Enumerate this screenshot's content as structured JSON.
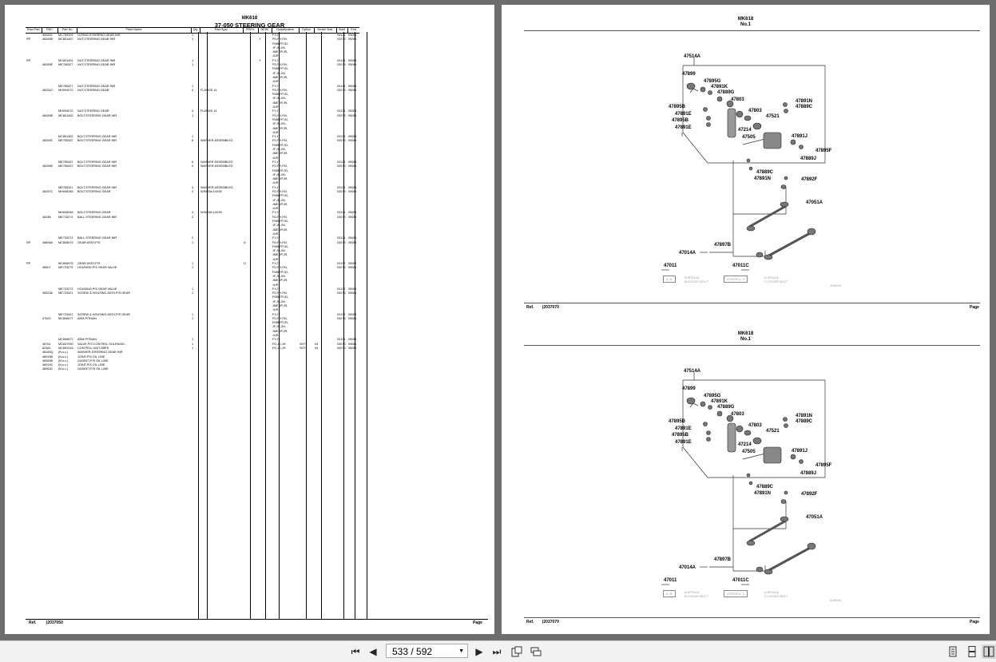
{
  "left_page": {
    "model": "MK618",
    "section_title": "37-050 STEERING GEAR",
    "columns": [
      "Repl Part",
      "PNC",
      "Part No",
      "Parts Name",
      "Qty",
      "Part Sysc",
      "PREV.",
      "NEW!",
      "Classification",
      "Option",
      "Model Year",
      "Start",
      "End"
    ],
    "rows": [
      [
        "",
        "46269J",
        "MC759325",
        "O-RING,STEERING GEAR INR",
        "1",
        "",
        "",
        "",
        "FY,JY",
        "",
        "",
        "03121",
        "05081"
      ],
      [
        "RP",
        "46269B",
        "MC801457",
        "NUT,STEERING GEAR INR",
        "1",
        "",
        "",
        "Y",
        "FD,FH,FM,",
        "",
        "",
        "03073",
        "05081"
      ],
      [
        "",
        "",
        "",
        "",
        "",
        "",
        "",
        "",
        "FMB,FP,JD,",
        "",
        "",
        "",
        ""
      ],
      [
        "",
        "",
        "",
        "",
        "",
        "",
        "",
        "",
        "JF,JH,JM,",
        "",
        "",
        "",
        ""
      ],
      [
        "",
        "",
        "",
        "",
        "",
        "",
        "",
        "",
        "JME,JP,JR,",
        "",
        "",
        "",
        ""
      ],
      [
        "",
        "",
        "",
        "",
        "",
        "",
        "",
        "",
        "JUR",
        "",
        "",
        "",
        ""
      ],
      [
        "RP",
        "",
        "MC801451",
        "NUT,STEERING GEAR INR",
        "1",
        "",
        "",
        "Y",
        "FY,JY",
        "",
        "",
        "03121",
        "05081"
      ],
      [
        "",
        "46269E",
        "ME765327",
        "NUT,STEERING GEAR INR",
        "1",
        "",
        "",
        "",
        "FD,FH,FM,",
        "",
        "",
        "03073",
        "05081"
      ],
      [
        "",
        "",
        "",
        "",
        "",
        "",
        "",
        "",
        "FMB,FP,JD,",
        "",
        "",
        "",
        ""
      ],
      [
        "",
        "",
        "",
        "",
        "",
        "",
        "",
        "",
        "JF,JH,JM,",
        "",
        "",
        "",
        ""
      ],
      [
        "",
        "",
        "",
        "",
        "",
        "",
        "",
        "",
        "JME,JP,JR,",
        "",
        "",
        "",
        ""
      ],
      [
        "",
        "",
        "",
        "",
        "",
        "",
        "",
        "",
        "JUR",
        "",
        "",
        "",
        ""
      ],
      [
        "",
        "",
        "ME765327",
        "NUT,STEERING GEAR INR",
        "1",
        "",
        "",
        "",
        "FY,JY",
        "",
        "",
        "03121",
        "05081"
      ],
      [
        "",
        "46251C",
        "MH004072",
        "NUT,STEERING GEAR",
        "4",
        "FLANGE,14",
        "",
        "",
        "FD,FH,FM,",
        "",
        "",
        "03073",
        "05081"
      ],
      [
        "",
        "",
        "",
        "",
        "",
        "",
        "",
        "",
        "FMB,FP,JD,",
        "",
        "",
        "",
        ""
      ],
      [
        "",
        "",
        "",
        "",
        "",
        "",
        "",
        "",
        "JF,JH,JM,",
        "",
        "",
        "",
        ""
      ],
      [
        "",
        "",
        "",
        "",
        "",
        "",
        "",
        "",
        "JME,JP,JR,",
        "",
        "",
        "",
        ""
      ],
      [
        "",
        "",
        "",
        "",
        "",
        "",
        "",
        "",
        "JUR",
        "",
        "",
        "",
        ""
      ],
      [
        "",
        "",
        "MH004072",
        "NUT,STEERING GEAR",
        "4",
        "FLANGE,14",
        "",
        "",
        "FY,JY",
        "",
        "",
        "03121",
        "05081"
      ],
      [
        "",
        "46269B",
        "MC801452",
        "BOLT,STEERING GEAR INR",
        "1",
        "",
        "",
        "",
        "FD,FH,FM,",
        "",
        "",
        "03073",
        "05081"
      ],
      [
        "",
        "",
        "",
        "",
        "",
        "",
        "",
        "",
        "FMB,FP,JD,",
        "",
        "",
        "",
        ""
      ],
      [
        "",
        "",
        "",
        "",
        "",
        "",
        "",
        "",
        "JF,JH,JM,",
        "",
        "",
        "",
        ""
      ],
      [
        "",
        "",
        "",
        "",
        "",
        "",
        "",
        "",
        "JME,JP,JR,",
        "",
        "",
        "",
        ""
      ],
      [
        "",
        "",
        "",
        "",
        "",
        "",
        "",
        "",
        "JUR",
        "",
        "",
        "",
        ""
      ],
      [
        "",
        "",
        "MC801452",
        "BOLT,STEERING GEAR INR",
        "1",
        "",
        "",
        "",
        "FY,JY",
        "",
        "",
        "03121",
        "05081"
      ],
      [
        "",
        "46269C",
        "ME765322",
        "BOLT,STEERING GEAR INR",
        "6",
        "WASHER ASSEMBLED",
        "",
        "",
        "FD,FH,FM,",
        "",
        "",
        "03073",
        "05081"
      ],
      [
        "",
        "",
        "",
        "",
        "",
        "",
        "",
        "",
        "FMB,FP,JD,",
        "",
        "",
        "",
        ""
      ],
      [
        "",
        "",
        "",
        "",
        "",
        "",
        "",
        "",
        "JF,JH,JM,",
        "",
        "",
        "",
        ""
      ],
      [
        "",
        "",
        "",
        "",
        "",
        "",
        "",
        "",
        "JME,JP,JR,",
        "",
        "",
        "",
        ""
      ],
      [
        "",
        "",
        "",
        "",
        "",
        "",
        "",
        "",
        "JUR",
        "",
        "",
        "",
        ""
      ],
      [
        "",
        "",
        "ME765322",
        "BOLT,STEERING GEAR INR",
        "6",
        "WASHER ASSEMBLED",
        "",
        "",
        "FY,JY",
        "",
        "",
        "03121",
        "05081"
      ],
      [
        "",
        "46269D",
        "ME765321",
        "BOLT,STEERING GEAR INR",
        "4",
        "WASHER ASSEMBLED",
        "",
        "",
        "FD,FH,FM,",
        "",
        "",
        "03073",
        "05081"
      ],
      [
        "",
        "",
        "",
        "",
        "",
        "",
        "",
        "",
        "FMB,FP,JD,",
        "",
        "",
        "",
        ""
      ],
      [
        "",
        "",
        "",
        "",
        "",
        "",
        "",
        "",
        "JF,JH,JM,",
        "",
        "",
        "",
        ""
      ],
      [
        "",
        "",
        "",
        "",
        "",
        "",
        "",
        "",
        "JME,JP,JR,",
        "",
        "",
        "",
        ""
      ],
      [
        "",
        "",
        "",
        "",
        "",
        "",
        "",
        "",
        "JUR",
        "",
        "",
        "",
        ""
      ],
      [
        "",
        "",
        "ME765321",
        "BOLT,STEERING GEAR INR",
        "4",
        "WASHER ASSEMBLED",
        "",
        "",
        "FY,JY",
        "",
        "",
        "03121",
        "05081"
      ],
      [
        "",
        "46267C",
        "MH008346",
        "BOLT,STEERING GEAR",
        "4",
        "W/MA56,14X35",
        "",
        "",
        "FD,FH,FM,",
        "",
        "",
        "03073",
        "05081"
      ],
      [
        "",
        "",
        "",
        "",
        "",
        "",
        "",
        "",
        "FMB,FP,JD,",
        "",
        "",
        "",
        ""
      ],
      [
        "",
        "",
        "",
        "",
        "",
        "",
        "",
        "",
        "JF,JH,JM,",
        "",
        "",
        "",
        ""
      ],
      [
        "",
        "",
        "",
        "",
        "",
        "",
        "",
        "",
        "JME,JP,JR,",
        "",
        "",
        "",
        ""
      ],
      [
        "",
        "",
        "",
        "",
        "",
        "",
        "",
        "",
        "JUR",
        "",
        "",
        "",
        ""
      ],
      [
        "",
        "",
        "MH008346",
        "BOLT,STEERING GEAR",
        "4",
        "W/MA56,14X35",
        "",
        "",
        "FY,JY",
        "",
        "",
        "03121",
        "05081"
      ],
      [
        "",
        "46288",
        "ME733274",
        "BALL,STEERING GEAR INR",
        "2",
        "",
        "",
        "",
        "FD,FH,FM,",
        "",
        "",
        "03073",
        "05081"
      ],
      [
        "",
        "",
        "",
        "",
        "",
        "",
        "",
        "",
        "FMB,FP,JD,",
        "",
        "",
        "",
        ""
      ],
      [
        "",
        "",
        "",
        "",
        "",
        "",
        "",
        "",
        "JF,JH,JM,",
        "",
        "",
        "",
        ""
      ],
      [
        "",
        "",
        "",
        "",
        "",
        "",
        "",
        "",
        "JME,JP,JR,",
        "",
        "",
        "",
        ""
      ],
      [
        "",
        "",
        "",
        "",
        "",
        "",
        "",
        "",
        "JUR",
        "",
        "",
        "",
        ""
      ],
      [
        "",
        "",
        "ME733274",
        "BALL,STEERING GEAR INR",
        "2",
        "",
        "",
        "",
        "FY,JY",
        "",
        "",
        "03121",
        "05081"
      ],
      [
        "RP",
        "46805A",
        "MC806675",
        "GEAR ASSY,P/S",
        "1",
        "",
        "D",
        "",
        "FD,FH,FM,",
        "",
        "",
        "03073",
        "05081"
      ],
      [
        "",
        "",
        "",
        "",
        "",
        "",
        "",
        "",
        "FMB,FP,JD,",
        "",
        "",
        "",
        ""
      ],
      [
        "",
        "",
        "",
        "",
        "",
        "",
        "",
        "",
        "JF,JH,JM,",
        "",
        "",
        "",
        ""
      ],
      [
        "",
        "",
        "",
        "",
        "",
        "",
        "",
        "",
        "JME,JP,JR,",
        "",
        "",
        "",
        ""
      ],
      [
        "",
        "",
        "",
        "",
        "",
        "",
        "",
        "",
        "JUR",
        "",
        "",
        "",
        ""
      ],
      [
        "RP",
        "",
        "MC806675",
        "GEAR ASSY,P/S",
        "1",
        "",
        "D",
        "",
        "FY,JY",
        "",
        "",
        "03121",
        "05081"
      ],
      [
        "",
        "46507",
        "ME723273",
        "HOUSING,P/S GEAR VALVE",
        "1",
        "",
        "",
        "",
        "FD,FH,FM,",
        "",
        "",
        "03073",
        "05081"
      ],
      [
        "",
        "",
        "",
        "",
        "",
        "",
        "",
        "",
        "FMB,FP,JD,",
        "",
        "",
        "",
        ""
      ],
      [
        "",
        "",
        "",
        "",
        "",
        "",
        "",
        "",
        "JF,JH,JM,",
        "",
        "",
        "",
        ""
      ],
      [
        "",
        "",
        "",
        "",
        "",
        "",
        "",
        "",
        "JME,JP,JR,",
        "",
        "",
        "",
        ""
      ],
      [
        "",
        "",
        "",
        "",
        "",
        "",
        "",
        "",
        "JUR",
        "",
        "",
        "",
        ""
      ],
      [
        "",
        "",
        "ME723273",
        "HOUSING,P/S GEAR VALVE",
        "1",
        "",
        "",
        "",
        "FY,JY",
        "",
        "",
        "03121",
        "05081"
      ],
      [
        "",
        "46523A",
        "ME723421",
        "SCREW & HOUSING ASSY,P/S GEAR",
        "1",
        "",
        "",
        "",
        "FD,FH,FM,",
        "",
        "",
        "03073",
        "05081"
      ],
      [
        "",
        "",
        "",
        "",
        "",
        "",
        "",
        "",
        "FMB,FP,JD,",
        "",
        "",
        "",
        ""
      ],
      [
        "",
        "",
        "",
        "",
        "",
        "",
        "",
        "",
        "JF,JH,JM,",
        "",
        "",
        "",
        ""
      ],
      [
        "",
        "",
        "",
        "",
        "",
        "",
        "",
        "",
        "JME,JP,JR,",
        "",
        "",
        "",
        ""
      ],
      [
        "",
        "",
        "",
        "",
        "",
        "",
        "",
        "",
        "JUR",
        "",
        "",
        "",
        ""
      ],
      [
        "",
        "",
        "ME723421",
        "SCREW & HOUSING ASSY,P/S GEAR",
        "1",
        "",
        "",
        "",
        "FY,JY",
        "",
        "",
        "03121",
        "05081"
      ],
      [
        "",
        "47520",
        "MC806677",
        "ARM,PITMAN",
        "1",
        "",
        "",
        "",
        "FD,FH,FM,",
        "",
        "",
        "03073",
        "05081"
      ],
      [
        "",
        "",
        "",
        "",
        "",
        "",
        "",
        "",
        "FMB,FP,JD,",
        "",
        "",
        "",
        ""
      ],
      [
        "",
        "",
        "",
        "",
        "",
        "",
        "",
        "",
        "JF,JH,JM,",
        "",
        "",
        "",
        ""
      ],
      [
        "",
        "",
        "",
        "",
        "",
        "",
        "",
        "",
        "JME,JP,JR,",
        "",
        "",
        "",
        ""
      ],
      [
        "",
        "",
        "",
        "",
        "",
        "",
        "",
        "",
        "JUR",
        "",
        "",
        "",
        ""
      ],
      [
        "",
        "",
        "MC806677",
        "ARM,PITMAN",
        "1",
        "",
        "",
        "",
        "FY,JY",
        "",
        "",
        "03121",
        "05081"
      ],
      [
        "",
        "46761",
        "MC837090",
        "VALVE,P/S CONTROL SOLENOID",
        "1",
        "",
        "",
        "",
        "FD,JD,JH",
        "SHT",
        "94",
        "03073",
        "05081"
      ],
      [
        "",
        "82381",
        "MC891016",
        "CONTROL UNIT,SBPS",
        "1",
        "",
        "",
        "",
        "FD,JD,JH",
        "SHT",
        "94",
        "03073",
        "05081"
      ],
      [
        "",
        "46283Q",
        "(N.s.c.)",
        "WASHER,STEERING GEAR INR",
        "",
        "",
        "",
        "",
        "",
        "",
        "",
        "",
        ""
      ],
      [
        "",
        "46919B",
        "(N.s.c.)",
        "JOINT,P/S OIL LINE",
        "",
        "",
        "",
        "",
        "",
        "",
        "",
        "",
        ""
      ],
      [
        "",
        "46963B",
        "(N.s.c.)",
        "GASKET,P/S OIL LINE",
        "",
        "",
        "",
        "",
        "",
        "",
        "",
        "",
        ""
      ],
      [
        "",
        "46919C",
        "(N.s.c.)",
        "JOINT,P/S OIL LINE",
        "",
        "",
        "",
        "",
        "",
        "",
        "",
        "",
        ""
      ],
      [
        "",
        "46963C",
        "(N.s.c.)",
        "GASKET,P/S OIL LINE",
        "",
        "",
        "",
        "",
        "",
        "",
        "",
        "",
        ""
      ]
    ],
    "ref_label": "Ref.",
    "ref_value": "|2037050",
    "page_label": "Page"
  },
  "right_page": {
    "diagrams": [
      {
        "model": "MK618",
        "number": "No.1",
        "labels": {
          "l47514A": "47514A",
          "l47899": "47899",
          "l47895G": "47895G",
          "l47891K": "47891K",
          "l47889G": "47889G",
          "l47803a": "47803",
          "l47891N": "47891N",
          "l47889C": "47889C",
          "l47895B1": "47895B",
          "l47803b": "47803",
          "l47891E1": "47891E",
          "l47895B2": "47895B",
          "l47521": "47521",
          "l47891E2": "47891E",
          "l47214": "47214",
          "l47505": "47505",
          "l47891J": "47891J",
          "l47895F": "47895F",
          "l47889J": "47889J",
          "l47889C2": "47889C",
          "l47891N2": "47891N",
          "l47892F": "47892F",
          "l47051A": "47051A",
          "l47897B": "47897B",
          "l47014A": "47014A",
          "l47011": "47011",
          "l47011C": "47011C"
        },
        "box1": "A, B",
        "notes1": [
          "A:9FS418",
          "B:COVER BOLT"
        ],
        "box2": "47097B A, C",
        "notes2": [
          "A:9FS418",
          "C:COVER BOLT"
        ],
        "code": "20A093",
        "ref_label": "Ref.",
        "ref_value": "|2037070",
        "page_label": "Page"
      },
      {
        "model": "MK618",
        "number": "No.1",
        "labels": {
          "l47514A": "47514A",
          "l47899": "47899",
          "l47895G": "47895G",
          "l47891K": "47891K",
          "l47889G": "47889G",
          "l47803a": "47803",
          "l47891N": "47891N",
          "l47889C": "47889C",
          "l47895B1": "47895B",
          "l47803b": "47803",
          "l47891E1": "47891E",
          "l47895B2": "47895B",
          "l47521": "47521",
          "l47891E2": "47891E",
          "l47214": "47214",
          "l47505": "47505",
          "l47891J": "47891J",
          "l47895F": "47895F",
          "l47889J": "47889J",
          "l47889C2": "47889C",
          "l47891N2": "47891N",
          "l47892F": "47892F",
          "l47051A": "47051A",
          "l47897B": "47897B",
          "l47014A": "47014A",
          "l47011": "47011",
          "l47011C": "47011C"
        },
        "box1": "A, B",
        "notes1": [
          "A:9FS418",
          "B:COVER BOLT"
        ],
        "box2": "47097B A, C",
        "notes2": [
          "A:9FS418",
          "C:COVER BOLT"
        ],
        "code": "20A093",
        "ref_label": "Ref.",
        "ref_value": "|2037070",
        "page_label": "Page"
      }
    ]
  },
  "toolbar": {
    "page_indicator": "533 / 592",
    "icons": [
      "first-page-icon",
      "prev-page-icon",
      "next-page-icon",
      "last-page-icon",
      "rotate-icon",
      "two-page-icon",
      "single-page-view-icon",
      "continuous-view-icon",
      "facing-view-icon"
    ]
  }
}
